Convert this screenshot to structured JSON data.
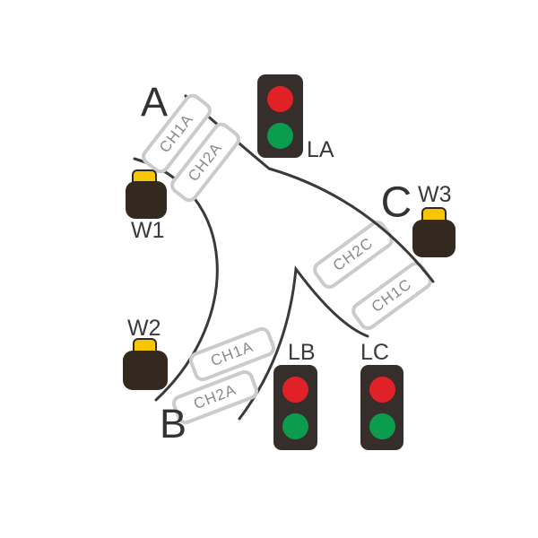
{
  "diagram": {
    "type": "railway-junction-schematic",
    "branches": {
      "a": "A",
      "b": "B",
      "c": "C"
    },
    "signals": [
      {
        "id": "la",
        "label": "LA",
        "lamps": [
          "red",
          "green"
        ]
      },
      {
        "id": "lb",
        "label": "LB",
        "lamps": [
          "red",
          "green"
        ]
      },
      {
        "id": "lc",
        "label": "LC",
        "lamps": [
          "red",
          "green"
        ]
      }
    ],
    "switches": [
      {
        "id": "w1",
        "label": "W1"
      },
      {
        "id": "w2",
        "label": "W2"
      },
      {
        "id": "w3",
        "label": "W3"
      }
    ],
    "sections": {
      "branch_a": [
        "CH1A",
        "CH2A"
      ],
      "branch_b": [
        "CH1A",
        "CH2A"
      ],
      "branch_c": [
        "CH2C",
        "CH1C"
      ]
    },
    "colors": {
      "track_line": "#3a3a3a",
      "section_border": "#cbcbcb",
      "section_text": "#8a8a8a",
      "signal_body": "#352e2b",
      "lamp_red": "#e02127",
      "lamp_green": "#0b9d4d",
      "switch_body": "#33291e",
      "switch_tab": "#f6c700",
      "label_text": "#3a3a3a"
    }
  }
}
